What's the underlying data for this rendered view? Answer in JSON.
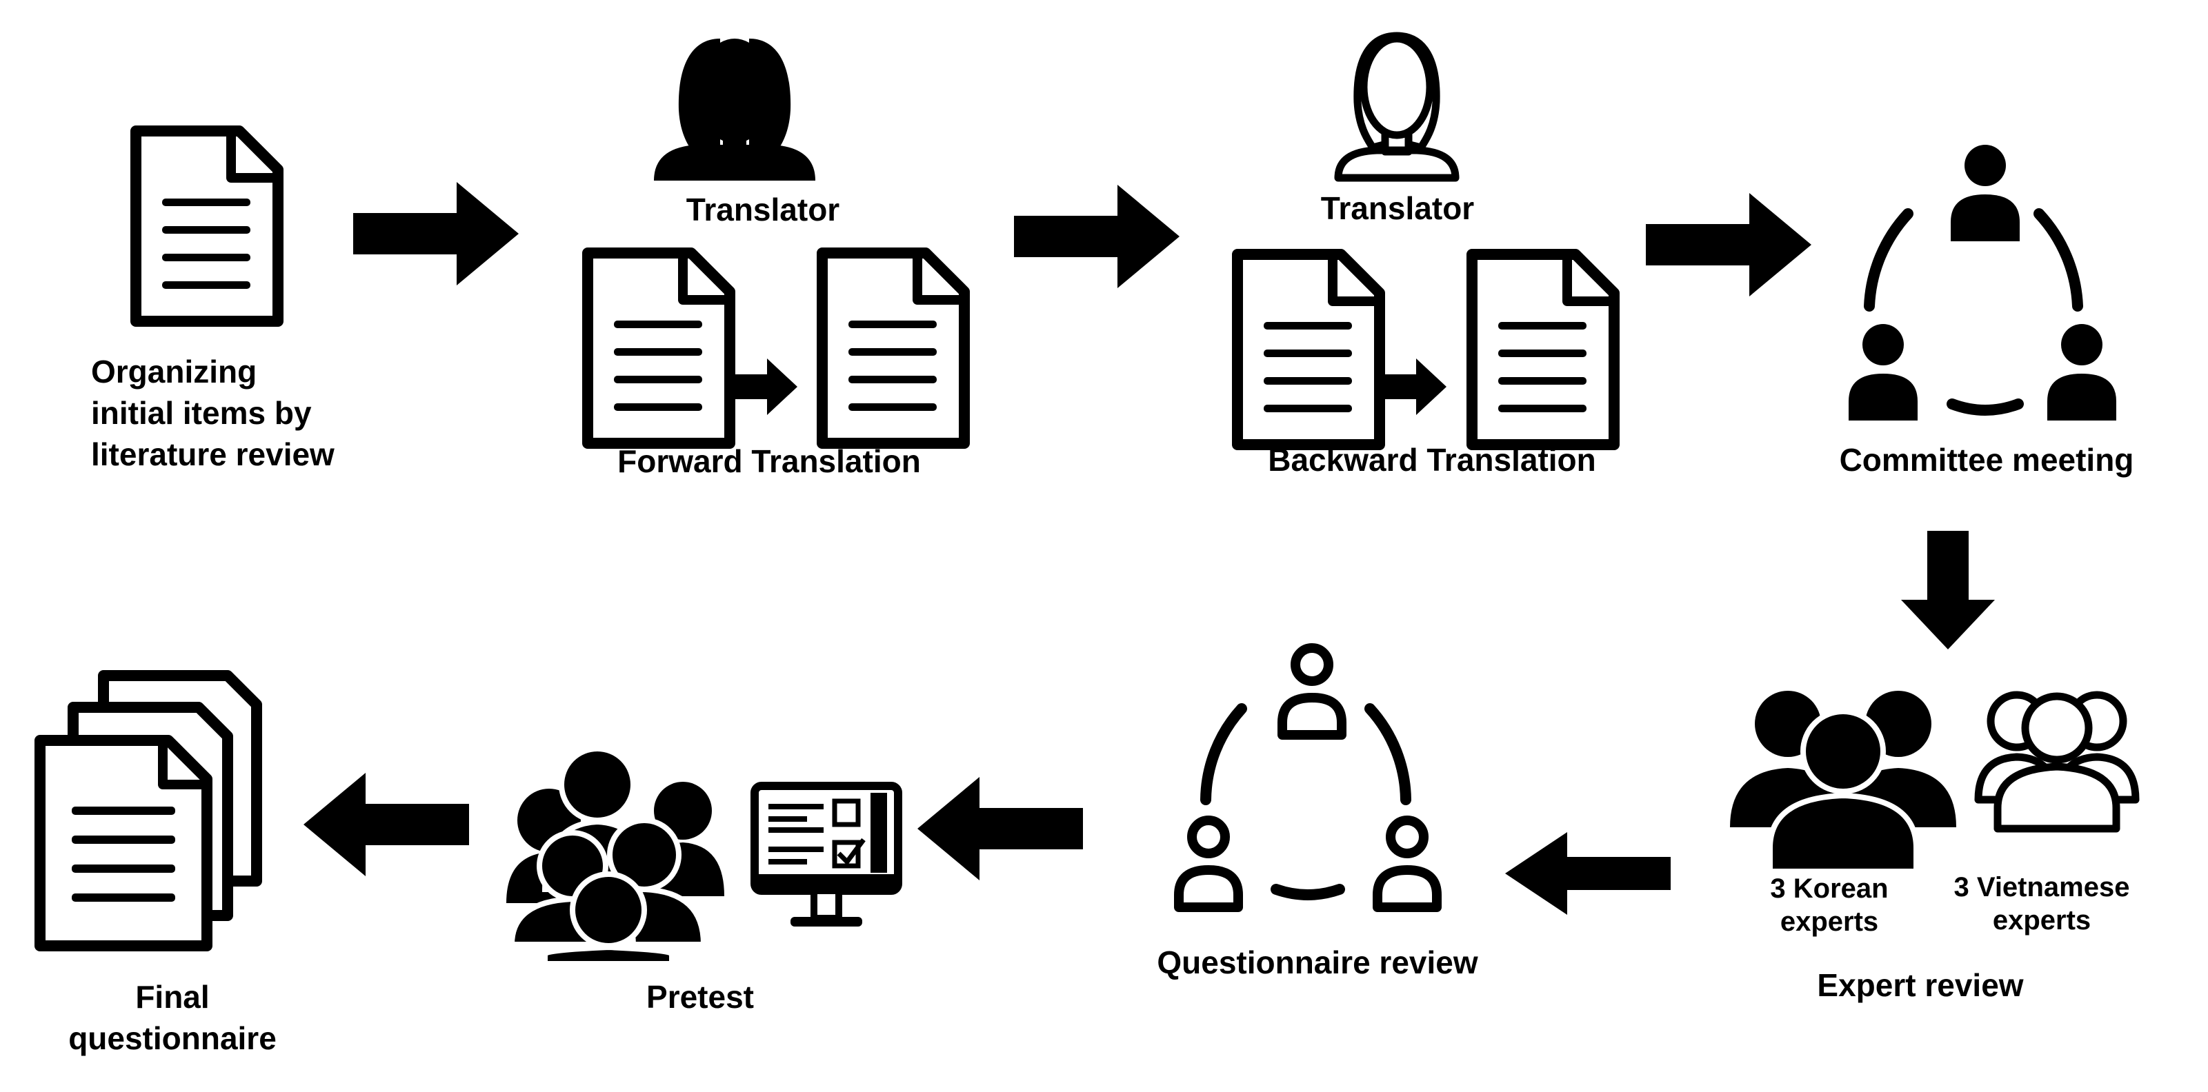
{
  "steps": {
    "organizing": {
      "line1": "Organizing",
      "line2": "initial items by",
      "line3": "literature review"
    },
    "forward": {
      "role": "Translator",
      "label": "Forward Translation"
    },
    "backward": {
      "role": "Translator",
      "label": "Backward Translation"
    },
    "committee": {
      "label": "Committee meeting"
    },
    "expert": {
      "korean_line1": "3 Korean",
      "korean_line2": "experts",
      "vietnamese_line1": "3 Vietnamese",
      "vietnamese_line2": "experts",
      "label": "Expert review"
    },
    "questionnaire_review": {
      "label": "Questionnaire review"
    },
    "pretest": {
      "label": "Pretest"
    },
    "final": {
      "line1": "Final",
      "line2": "questionnaire"
    }
  }
}
